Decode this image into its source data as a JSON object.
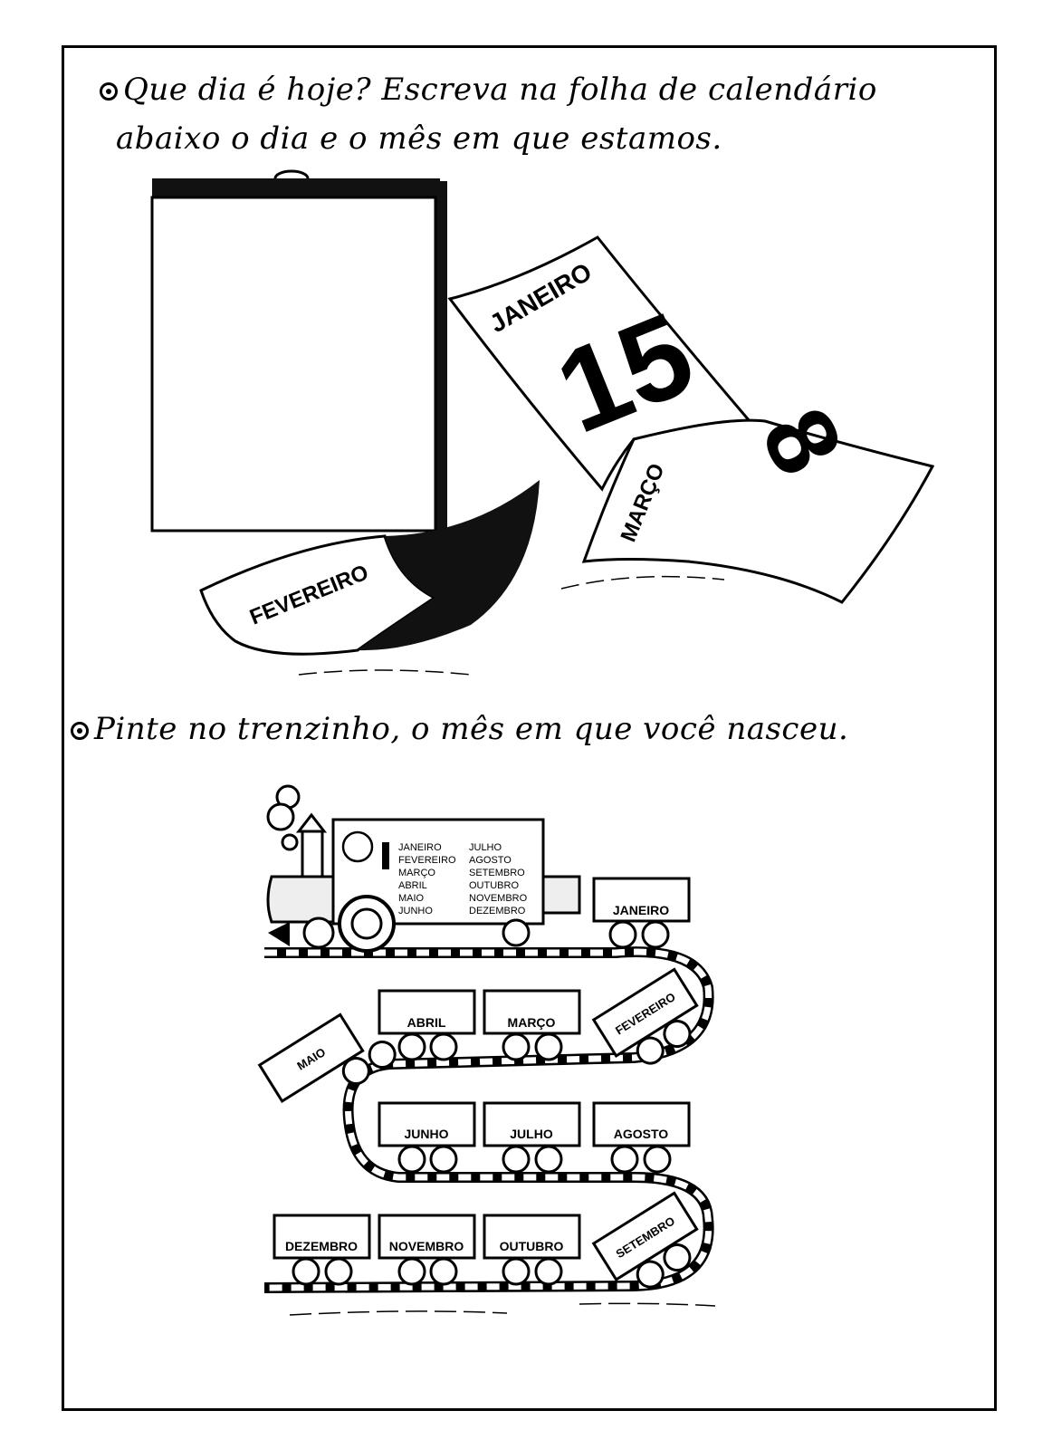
{
  "instructions": {
    "q1_line1": "Que dia é hoje? Escreva na folha de calendário",
    "q1_line2": "abaixo o dia e o mês em que estamos.",
    "q2": "Pinte no trenzinho, o mês em que você nasceu."
  },
  "calendar_sheets": {
    "sheet1": {
      "month": "JANEIRO",
      "day": "15"
    },
    "sheet2": {
      "month": "MARÇO",
      "day": "8"
    },
    "sheet3": {
      "month": "FEVEREIRO",
      "day": ""
    }
  },
  "locomotive": {
    "months_left": [
      "JANEIRO",
      "FEVEREIRO",
      "MARÇO",
      "ABRIL",
      "MAIO",
      "JUNHO"
    ],
    "months_right": [
      "JULHO",
      "AGOSTO",
      "SETEMBRO",
      "OUTUBRO",
      "NOVEMBRO",
      "DEZEMBRO"
    ]
  },
  "wagons": {
    "janeiro": "JANEIRO",
    "fevereiro": "FEVEREIRO",
    "marco": "MARÇO",
    "abril": "ABRIL",
    "maio": "MAIO",
    "junho": "JUNHO",
    "julho": "JULHO",
    "agosto": "AGOSTO",
    "setembro": "SETEMBRO",
    "outubro": "OUTUBRO",
    "novembro": "NOVEMBRO",
    "dezembro": "DEZEMBRO"
  }
}
